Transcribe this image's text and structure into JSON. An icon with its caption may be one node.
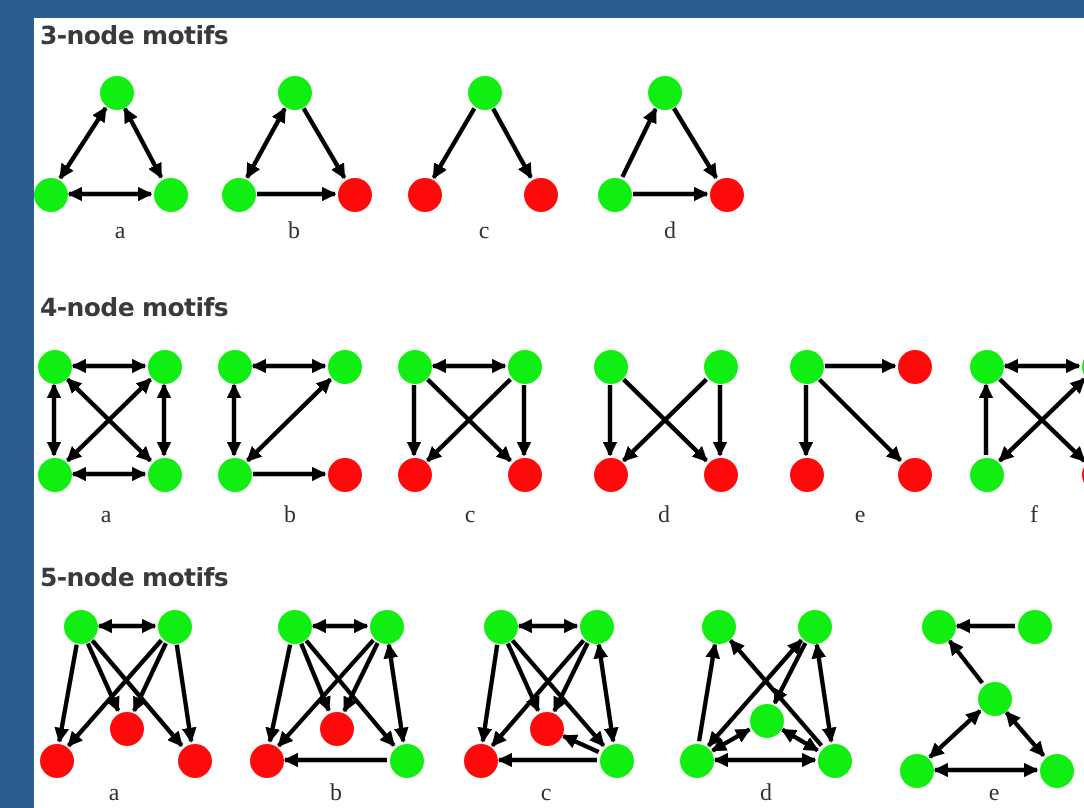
{
  "diagram": {
    "nodes": [
      {
        "text": [],
        "shape": "circle"
      },
      {
        "text": [],
        "shape": "circle"
      },
      {
        "text": [],
        "shape": "circle"
      },
      {
        "text": [],
        "shape": "circle"
      },
      {
        "text": [],
        "shape": "circle"
      },
      {
        "text": [],
        "shape": "circle"
      },
      {
        "text": [],
        "shape": "circle"
      },
      {
        "text": [],
        "shape": "circle"
      },
      {
        "text": [],
        "shape": "circle"
      },
      {
        "text": [],
        "shape": "circle"
      },
      {
        "text": [],
        "shape": "circle"
      },
      {
        "text": [],
        "shape": "circle"
      },
      {
        "text": [],
        "shape": "circle"
      },
      {
        "text": [],
        "shape": "circle"
      },
      {
        "text": [],
        "shape": "circle"
      },
      {
        "text": [],
        "shape": "circle"
      },
      {
        "text": [],
        "shape": "circle"
      },
      {
        "text": [],
        "shape": "circle"
      },
      {
        "text": [],
        "shape": "circle"
      },
      {
        "text": [],
        "shape": "circle"
      },
      {
        "text": [],
        "shape": "circle"
      },
      {
        "text": [],
        "shape": "circle"
      },
      {
        "text": [],
        "shape": "circle"
      },
      {
        "text": [],
        "shape": "circle"
      },
      {
        "text": [],
        "shape": "circle"
      },
      {
        "text": [],
        "shape": "circle"
      },
      {
        "text": [],
        "shape": "circle"
      },
      {
        "text": [],
        "shape": "circle"
      },
      {
        "text": [],
        "shape": "circle"
      },
      {
        "text": [],
        "shape": "circle"
      },
      {
        "text": [],
        "shape": "circle"
      },
      {
        "text": [],
        "shape": "circle"
      },
      {
        "text": [],
        "shape": "circle"
      },
      {
        "text": [],
        "shape": "circle"
      },
      {
        "text": [],
        "shape": "circle"
      },
      {
        "text": [],
        "shape": "circle"
      },
      {
        "text": [],
        "shape": "circle"
      },
      {
        "text": [],
        "shape": "circle"
      },
      {
        "text": [],
        "shape": "circle"
      },
      {
        "text": [],
        "shape": "circle"
      },
      {
        "text": [],
        "shape": "circle"
      },
      {
        "text": [],
        "shape": "circle"
      },
      {
        "text": [],
        "shape": "circle"
      },
      {
        "text": [],
        "shape": "circle"
      },
      {
        "text": [],
        "shape": "circle"
      },
      {
        "text": [],
        "shape": "circle"
      },
      {
        "text": [],
        "shape": "circle"
      },
      {
        "text": [],
        "shape": "circle"
      },
      {
        "text": [],
        "shape": "circle"
      },
      {
        "text": [],
        "shape": "circle"
      },
      {
        "text": [],
        "shape": "circle"
      },
      {
        "text": [],
        "shape": "circle"
      },
      {
        "text": [],
        "shape": "circle"
      },
      {
        "text": [],
        "shape": "circle"
      },
      {
        "text": [],
        "shape": "circle"
      },
      {
        "text": [],
        "shape": "circle"
      },
      {
        "text": [],
        "shape": "circle"
      },
      {
        "text": [],
        "shape": "circle"
      },
      {
        "text": [],
        "shape": "circle"
      },
      {
        "text": [],
        "shape": "circle"
      },
      {
        "text": [],
        "shape": "circle"
      }
    ],
    "edges": [
      {
        "from": 0,
        "to": 1,
        "arrow": "both"
      },
      {
        "from": 0,
        "to": 2,
        "arrow": "both"
      },
      {
        "from": 1,
        "to": 2,
        "arrow": "both"
      },
      {
        "from": 3,
        "to": 4,
        "arrow": "both"
      },
      {
        "from": 3,
        "to": 5,
        "arrow": "to"
      },
      {
        "from": 4,
        "to": 5,
        "arrow": "to"
      },
      {
        "from": 6,
        "to": 7,
        "arrow": "to"
      },
      {
        "from": 6,
        "to": 8,
        "arrow": "to"
      },
      {
        "from": 10,
        "to": 9,
        "arrow": "to"
      },
      {
        "from": 9,
        "to": 11,
        "arrow": "to"
      },
      {
        "from": 10,
        "to": 11,
        "arrow": "to"
      },
      {
        "from": 12,
        "to": 13,
        "arrow": "both"
      },
      {
        "from": 12,
        "to": 14,
        "arrow": "both"
      },
      {
        "from": 13,
        "to": 15,
        "arrow": "both"
      },
      {
        "from": 14,
        "to": 15,
        "arrow": "both"
      },
      {
        "from": 12,
        "to": 15,
        "arrow": "both"
      },
      {
        "from": 13,
        "to": 14,
        "arrow": "both"
      },
      {
        "from": 16,
        "to": 17,
        "arrow": "both"
      },
      {
        "from": 16,
        "to": 18,
        "arrow": "both"
      },
      {
        "from": 17,
        "to": 18,
        "arrow": "both"
      },
      {
        "from": 18,
        "to": 19,
        "arrow": "to"
      },
      {
        "from": 20,
        "to": 21,
        "arrow": "both"
      },
      {
        "from": 20,
        "to": 22,
        "arrow": "to"
      },
      {
        "from": 21,
        "to": 23,
        "arrow": "to"
      },
      {
        "from": 20,
        "to": 23,
        "arrow": "to"
      },
      {
        "from": 21,
        "to": 22,
        "arrow": "to"
      },
      {
        "from": 24,
        "to": 26,
        "arrow": "to"
      },
      {
        "from": 25,
        "to": 27,
        "arrow": "to"
      },
      {
        "from": 24,
        "to": 27,
        "arrow": "to"
      },
      {
        "from": 25,
        "to": 26,
        "arrow": "to"
      },
      {
        "from": 28,
        "to": 29,
        "arrow": "to"
      },
      {
        "from": 28,
        "to": 30,
        "arrow": "to"
      },
      {
        "from": 28,
        "to": 31,
        "arrow": "to"
      },
      {
        "from": 32,
        "to": 33,
        "arrow": "both"
      },
      {
        "from": 34,
        "to": 32,
        "arrow": "to"
      },
      {
        "from": 33,
        "to": 34,
        "arrow": "both"
      },
      {
        "from": 32,
        "to": 35,
        "arrow": "to"
      },
      {
        "from": 36,
        "to": 37,
        "arrow": "both"
      },
      {
        "from": 36,
        "to": 39,
        "arrow": "to"
      },
      {
        "from": 36,
        "to": 38,
        "arrow": "to"
      },
      {
        "from": 36,
        "to": 40,
        "arrow": "to"
      },
      {
        "from": 37,
        "to": 39,
        "arrow": "to"
      },
      {
        "from": 37,
        "to": 38,
        "arrow": "to"
      },
      {
        "from": 37,
        "to": 40,
        "arrow": "to"
      },
      {
        "from": 41,
        "to": 42,
        "arrow": "both"
      },
      {
        "from": 41,
        "to": 44,
        "arrow": "to"
      },
      {
        "from": 41,
        "to": 43,
        "arrow": "to"
      },
      {
        "from": 41,
        "to": 45,
        "arrow": "to"
      },
      {
        "from": 42,
        "to": 44,
        "arrow": "to"
      },
      {
        "from": 42,
        "to": 43,
        "arrow": "to"
      },
      {
        "from": 42,
        "to": 45,
        "arrow": "both"
      },
      {
        "from": 45,
        "to": 44,
        "arrow": "to"
      },
      {
        "from": 46,
        "to": 47,
        "arrow": "both"
      },
      {
        "from": 46,
        "to": 49,
        "arrow": "to"
      },
      {
        "from": 46,
        "to": 48,
        "arrow": "to"
      },
      {
        "from": 46,
        "to": 50,
        "arrow": "to"
      },
      {
        "from": 47,
        "to": 49,
        "arrow": "to"
      },
      {
        "from": 47,
        "to": 48,
        "arrow": "to"
      },
      {
        "from": 47,
        "to": 50,
        "arrow": "both"
      },
      {
        "from": 50,
        "to": 48,
        "arrow": "to"
      },
      {
        "from": 50,
        "to": 49,
        "arrow": "to"
      },
      {
        "from": 54,
        "to": 51,
        "arrow": "to"
      },
      {
        "from": 54,
        "to": 52,
        "arrow": "both"
      },
      {
        "from": 52,
        "to": 53,
        "arrow": "to"
      },
      {
        "from": 52,
        "to": 55,
        "arrow": "both"
      },
      {
        "from": 54,
        "to": 53,
        "arrow": "both"
      },
      {
        "from": 53,
        "to": 55,
        "arrow": "both"
      },
      {
        "from": 54,
        "to": 55,
        "arrow": "both"
      },
      {
        "from": 55,
        "to": 51,
        "arrow": "to"
      },
      {
        "from": 57,
        "to": 56,
        "arrow": "to"
      },
      {
        "from": 58,
        "to": 56,
        "arrow": "to"
      },
      {
        "from": 58,
        "to": 59,
        "arrow": "both"
      },
      {
        "from": 58,
        "to": 60,
        "arrow": "both"
      },
      {
        "from": 59,
        "to": 60,
        "arrow": "both"
      }
    ],
    "labels": [
      "3-node motifs",
      "a",
      "b",
      "c",
      "d",
      "4-node motifs",
      "a",
      "b",
      "c",
      "d",
      "e",
      "f",
      "5-node motifs",
      "a",
      "b",
      "c",
      "d",
      "e"
    ]
  }
}
